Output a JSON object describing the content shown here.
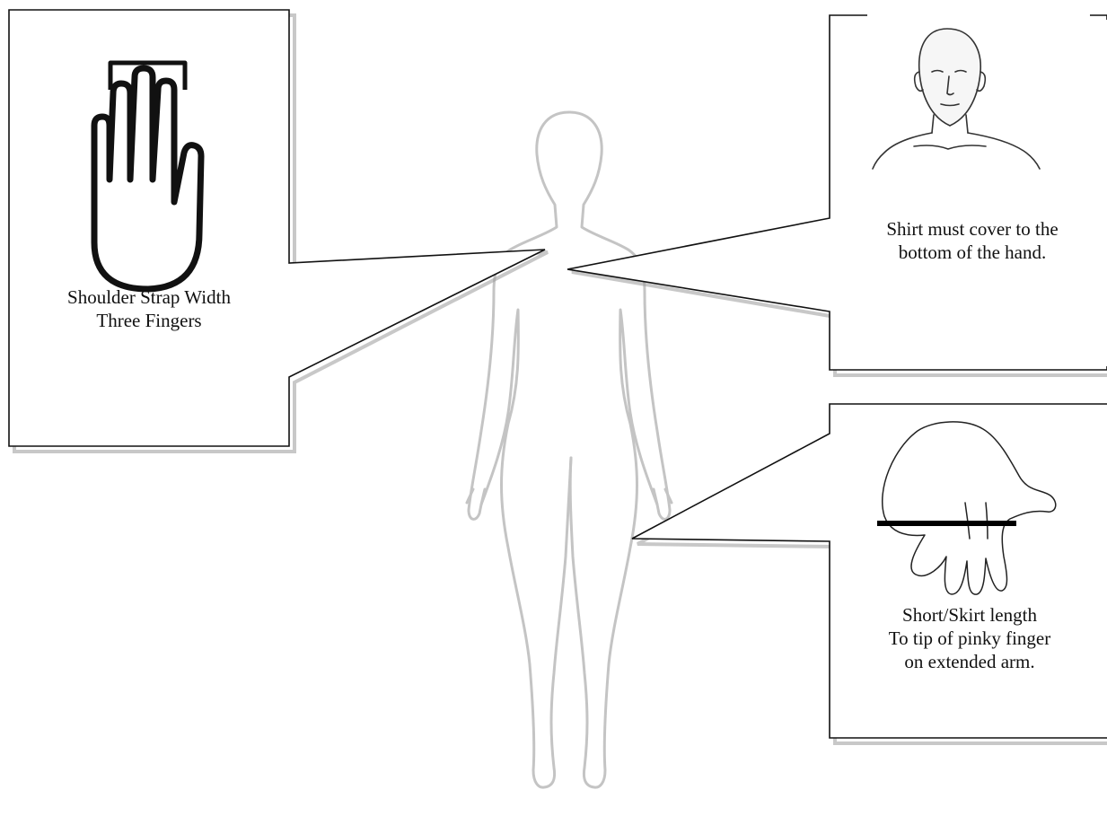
{
  "callouts": {
    "shoulder_strap": {
      "lines": [
        "Shoulder Strap Width",
        "Three Fingers"
      ],
      "icon": "raised-hand-three-fingers-icon"
    },
    "shirt_length": {
      "lines": [
        "Shirt must cover to the",
        "bottom of the hand."
      ],
      "icon": "head-and-shoulders-sketch"
    },
    "skirt_length": {
      "lines": [
        "Short/Skirt length",
        "To tip of pinky finger",
        "on extended arm."
      ],
      "icon": "open-hand-with-measure-line"
    }
  },
  "colors": {
    "body_outline": "#c4c4c4",
    "ink": "#111111",
    "box_shadow": "#9a9a9a"
  }
}
